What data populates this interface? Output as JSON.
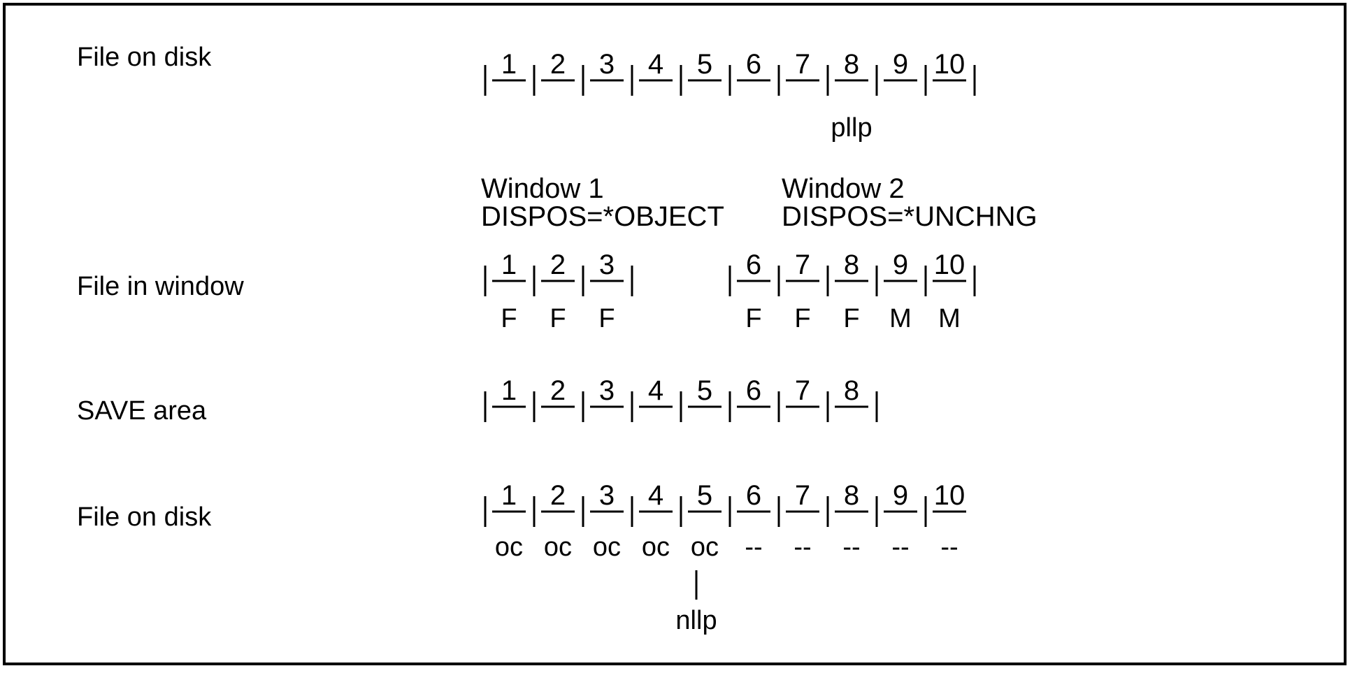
{
  "rows": {
    "file_on_disk_top": {
      "label": "File on disk",
      "cells": [
        "1",
        "2",
        "3",
        "4",
        "5",
        "6",
        "7",
        "8",
        "9",
        "10"
      ],
      "pointer": "pllp"
    },
    "windows": [
      {
        "name": "Window 1",
        "dispos": "DISPOS=*OBJECT",
        "cells": [
          "1",
          "2",
          "3"
        ],
        "status": [
          "F",
          "F",
          "F"
        ]
      },
      {
        "name": "Window 2",
        "dispos": "DISPOS=*UNCHNG",
        "cells": [
          "6",
          "7",
          "8",
          "9",
          "10"
        ],
        "status": [
          "F",
          "F",
          "F",
          "M",
          "M"
        ]
      }
    ],
    "file_in_window": {
      "label": "File in window"
    },
    "save_area": {
      "label": "SAVE area",
      "cells": [
        "1",
        "2",
        "3",
        "4",
        "5",
        "6",
        "7",
        "8"
      ]
    },
    "file_on_disk_bottom": {
      "label": "File on disk",
      "cells": [
        "1",
        "2",
        "3",
        "4",
        "5",
        "6",
        "7",
        "8",
        "9",
        "10"
      ],
      "status": [
        "oc",
        "oc",
        "oc",
        "oc",
        "oc",
        "--",
        "--",
        "--",
        "--",
        "--"
      ],
      "pointer": "nllp"
    }
  }
}
